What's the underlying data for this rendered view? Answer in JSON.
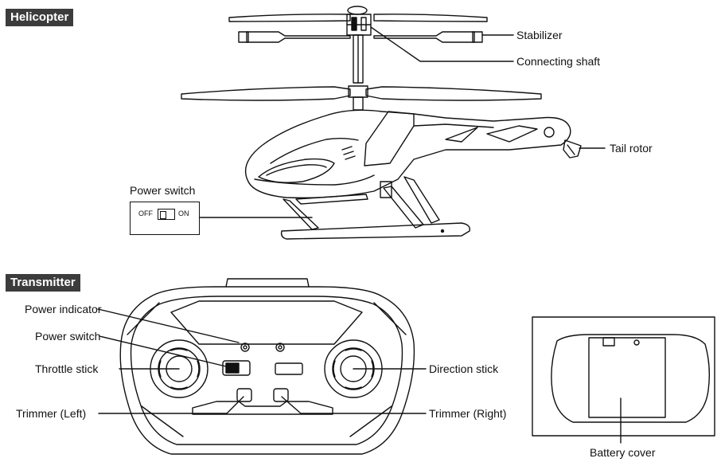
{
  "helicopter": {
    "tag": "Helicopter",
    "labels": {
      "stabilizer": "Stabilizer",
      "connecting_shaft": "Connecting shaft",
      "tail_rotor": "Tail rotor",
      "power_switch": "Power switch",
      "switch_off": "OFF",
      "switch_on": "ON"
    }
  },
  "transmitter": {
    "tag": "Transmitter",
    "labels": {
      "power_indicator": "Power indicator",
      "power_switch": "Power switch",
      "throttle_stick": "Throttle stick",
      "trimmer_left": "Trimmer (Left)",
      "direction_stick": "Direction stick",
      "trimmer_right": "Trimmer (Right)",
      "battery_cover": "Battery cover"
    }
  },
  "colors": {
    "tag_bg": "#3c3c3c",
    "line": "#111111"
  }
}
